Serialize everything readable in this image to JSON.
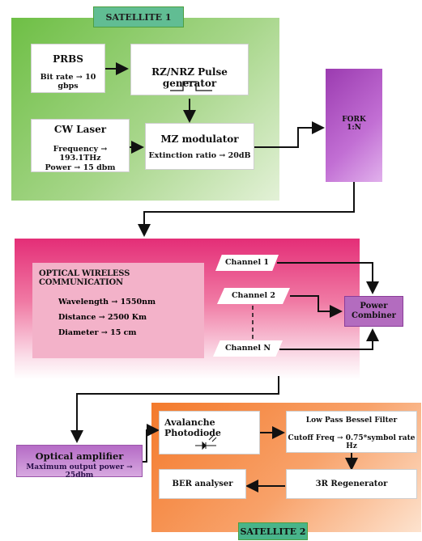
{
  "satellite1": {
    "tag": "SATELLITE 1",
    "prbs": {
      "title": "PRBS",
      "param": "Bit rate → 10 gbps"
    },
    "pulse_gen": {
      "title": "RZ/NRZ Pulse generator"
    },
    "cw_laser": {
      "title": "CW Laser",
      "frequency": "Frequency → 193.1THz",
      "power": "Power → 15 dbm"
    },
    "mz_mod": {
      "title": "MZ modulator",
      "param": "Extinction ratio → 20dB"
    }
  },
  "fork": {
    "line1": "FORK",
    "line2": "1:N"
  },
  "owc": {
    "title": "OPTICAL WIRELESS COMMUNICATION",
    "wavelength": "Wavelength → 1550nm",
    "distance": "Distance → 2500 Km",
    "diameter": "Diameter → 15 cm"
  },
  "channels": [
    "Channel 1",
    "Channel 2",
    "Channel N"
  ],
  "power_combiner": {
    "line1": "Power",
    "line2": "Combiner"
  },
  "optical_amplifier": {
    "title": "Optical amplifier",
    "param": "Maximum output power → 25dbm"
  },
  "satellite2": {
    "tag": "SATELLITE 2",
    "apd": {
      "title": "Avalanche Photodiode"
    },
    "lpf": {
      "title": "Low Pass Bessel Filter",
      "param": "Cutoff Freq → 0.75*symbol rate Hz"
    },
    "regen": {
      "title": "3R Regenerator"
    },
    "ber": {
      "title": "BER analyser"
    }
  }
}
